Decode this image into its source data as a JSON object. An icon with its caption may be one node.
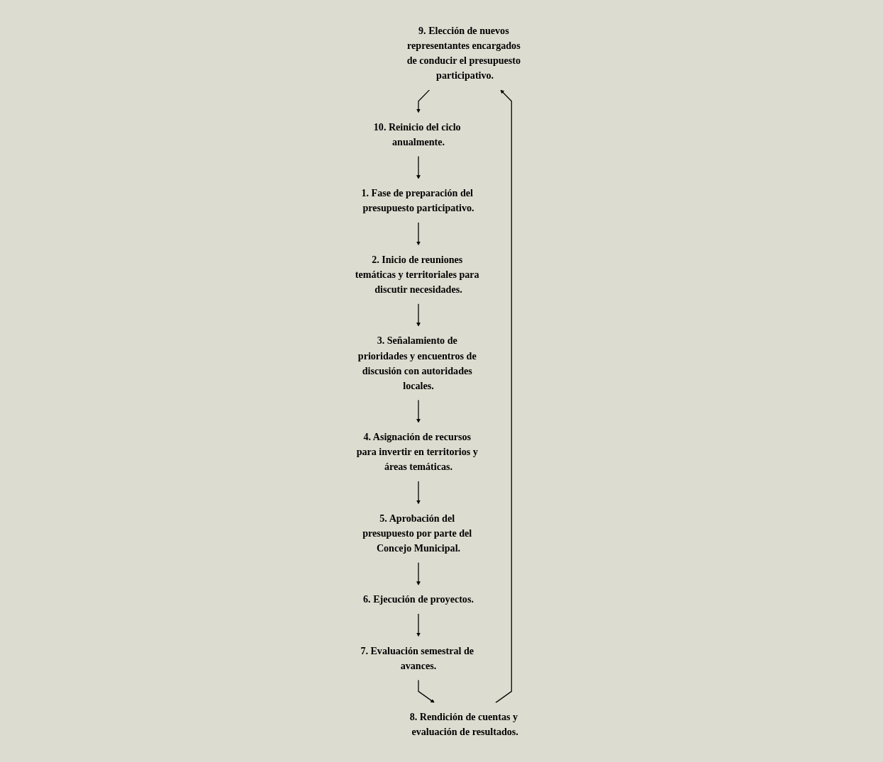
{
  "diagram": {
    "nodes": [
      {
        "text": [
          "9. Elección de nuevos representantes encargados de conducir el presupuesto participativo."
        ]
      },
      {
        "text": [
          "10. Reinicio del ciclo anualmente."
        ]
      },
      {
        "text": [
          "1. Fase de preparación del presupuesto participativo."
        ]
      },
      {
        "text": [
          "8. Rendición de cuentas y evaluación de resultados."
        ]
      },
      {
        "text": [
          "2. Inicio de reuniones temáticas y territoriales para discutir necesidades."
        ]
      },
      {
        "text": [
          "7. Evaluación semestral de avances."
        ]
      },
      {
        "text": [
          "3. Señalamiento de prioridades y encuentros de discusión con autoridades locales."
        ]
      },
      {
        "text": [
          "6. Ejecución de proyectos."
        ]
      },
      {
        "text": [
          "5. Aprobación del presupuesto por parte del Concejo Municipal."
        ]
      },
      {
        "text": [
          "4. Asignación de recursos para invertir en territorios y áreas temáticas."
        ]
      }
    ],
    "edges": [
      {
        "from": 0,
        "to": 1,
        "arrow": "to"
      },
      {
        "from": 1,
        "to": 2,
        "arrow": "to"
      },
      {
        "from": 2,
        "to": 4,
        "arrow": "to"
      },
      {
        "from": 4,
        "to": 6,
        "arrow": "to"
      },
      {
        "from": 6,
        "to": 9,
        "arrow": "to"
      },
      {
        "from": 9,
        "to": 8,
        "arrow": "to"
      },
      {
        "from": 8,
        "to": 7,
        "arrow": "to"
      },
      {
        "from": 7,
        "to": 5,
        "arrow": "to"
      },
      {
        "from": 5,
        "to": 3,
        "arrow": "to"
      },
      {
        "from": 3,
        "to": 0,
        "arrow": "to"
      }
    ]
  }
}
